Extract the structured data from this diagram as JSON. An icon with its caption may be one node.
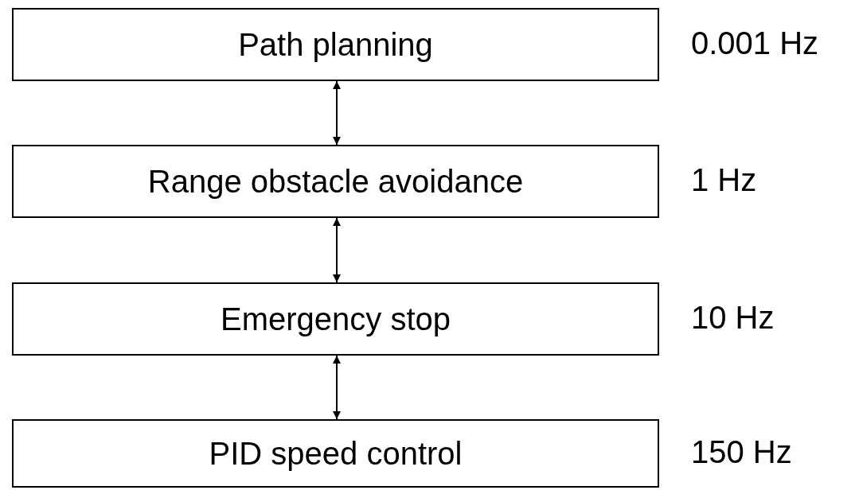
{
  "diagram": {
    "nodes": [
      {
        "text": [
          "Path planning"
        ],
        "beside": [
          "0.001 Hz"
        ]
      },
      {
        "text": [
          "Range obstacle avoidance"
        ],
        "beside": [
          "1 Hz"
        ]
      },
      {
        "text": [
          "Emergency stop"
        ],
        "beside": [
          "10 Hz"
        ]
      },
      {
        "text": [
          "PID speed control"
        ],
        "beside": [
          "150 Hz"
        ]
      }
    ],
    "edges": [
      {
        "from": 0,
        "to": 1,
        "arrow": "both"
      },
      {
        "from": 1,
        "to": 2,
        "arrow": "both"
      },
      {
        "from": 2,
        "to": 3,
        "arrow": "both"
      }
    ]
  }
}
